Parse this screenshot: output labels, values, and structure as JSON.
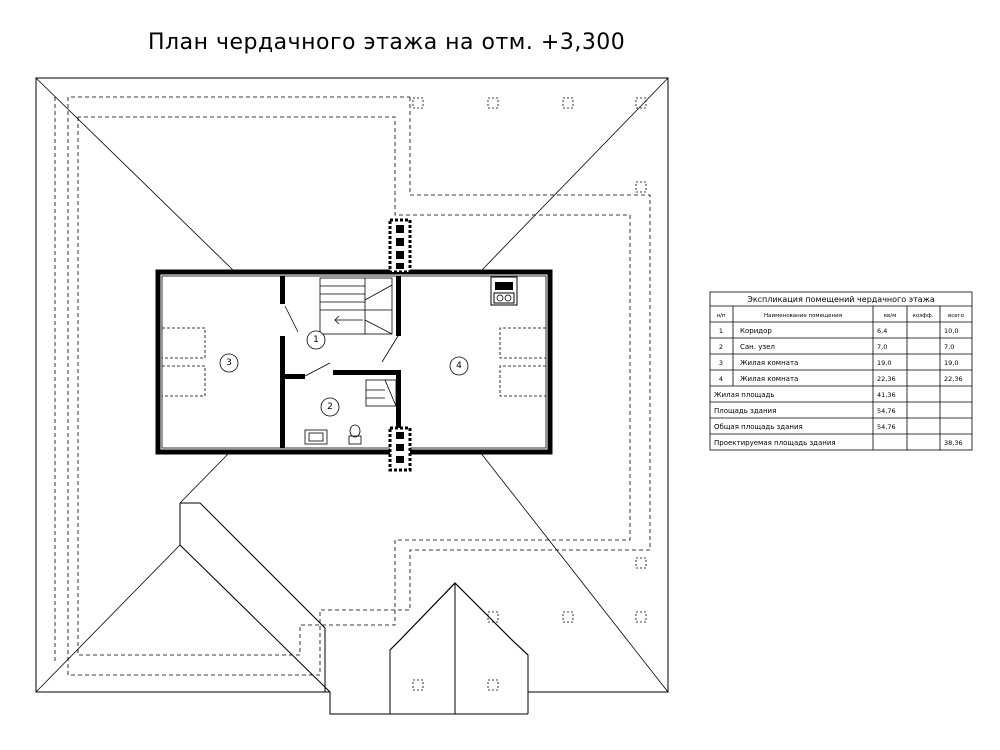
{
  "title": "План чердачного этажа на отм. +3,300",
  "rooms": [
    {
      "num": "1"
    },
    {
      "num": "2"
    },
    {
      "num": "3"
    },
    {
      "num": "4"
    }
  ],
  "table": {
    "caption": "Экспликация помещений чердачного этажа",
    "headers": [
      "н/п",
      "Наименование помещения",
      "кв/м",
      "коэфф.",
      "всего"
    ],
    "rows": [
      [
        "1",
        "Коридор",
        "6,4",
        "",
        "10,0"
      ],
      [
        "2",
        "Сан. узел",
        "7,0",
        "",
        "7,0"
      ],
      [
        "3",
        "Жилая комната",
        "19,0",
        "",
        "19,0"
      ],
      [
        "4",
        "Жилая комната",
        "22,36",
        "",
        "22,36"
      ]
    ],
    "summary": [
      {
        "label": "Жилая площадь",
        "value": "41,36",
        "total": ""
      },
      {
        "label": "Площадь здания",
        "value": "54,76",
        "total": ""
      },
      {
        "label": "Общая площадь здания",
        "value": "54,76",
        "total": ""
      },
      {
        "label": "Проектируемая площадь здания",
        "value": "",
        "total": "38,36"
      }
    ]
  }
}
